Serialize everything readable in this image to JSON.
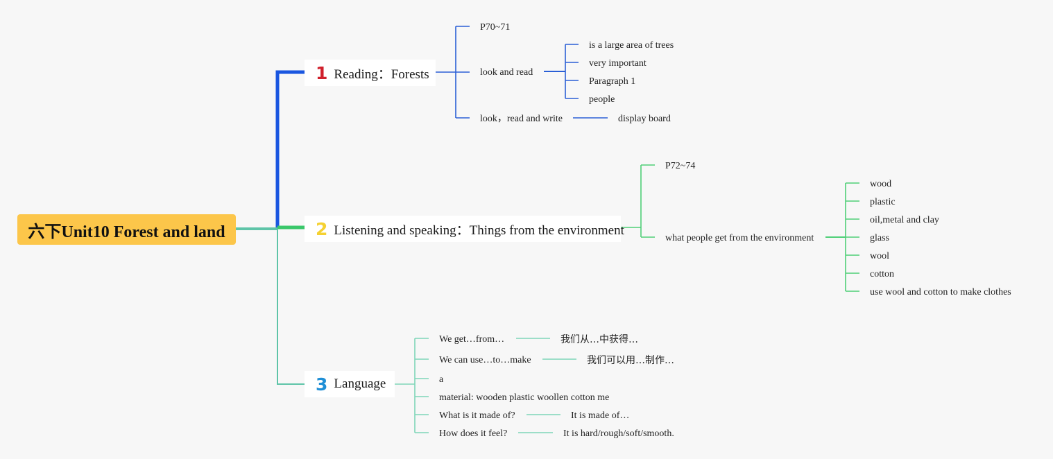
{
  "root": "六下Unit10 Forest and land",
  "colors": {
    "root": "#fcc64a",
    "b1": "#1a56e0",
    "b2": "#3ac76a",
    "b3": "#5ec4a8",
    "n1": "#d0202c",
    "n2": "#f5d132",
    "n3": "#1f8fd6"
  },
  "branch1": {
    "num": "1",
    "label": "Reading：Forests",
    "page": "P70~71",
    "look_read": "look and read",
    "look_read_items": [
      "is a large area of trees",
      "very important",
      "Paragraph 1",
      "people"
    ],
    "look_write": "look，read and write",
    "display": "display board"
  },
  "branch2": {
    "num": "2",
    "label": "Listening and speaking：Things from the environment",
    "page": "P72~74",
    "get": "what people get from the environment",
    "items": [
      "wood",
      "plastic",
      "oil,metal and clay",
      "glass",
      "wool",
      "cotton",
      "use wool and cotton to make clothes"
    ]
  },
  "branch3": {
    "num": "3",
    "label": "Language",
    "rows": [
      {
        "en": "We get…from…",
        "zh": "我们从…中获得…"
      },
      {
        "en": "We can use…to…make",
        "zh": "我们可以用…制作…"
      },
      {
        "en": "a"
      },
      {
        "en": "material: wooden plastic woollen cotton me"
      },
      {
        "en": "What is it made of?",
        "zh": "It is made of…"
      },
      {
        "en": "How does it feel?",
        "zh": "It is hard/rough/soft/smooth."
      }
    ]
  }
}
